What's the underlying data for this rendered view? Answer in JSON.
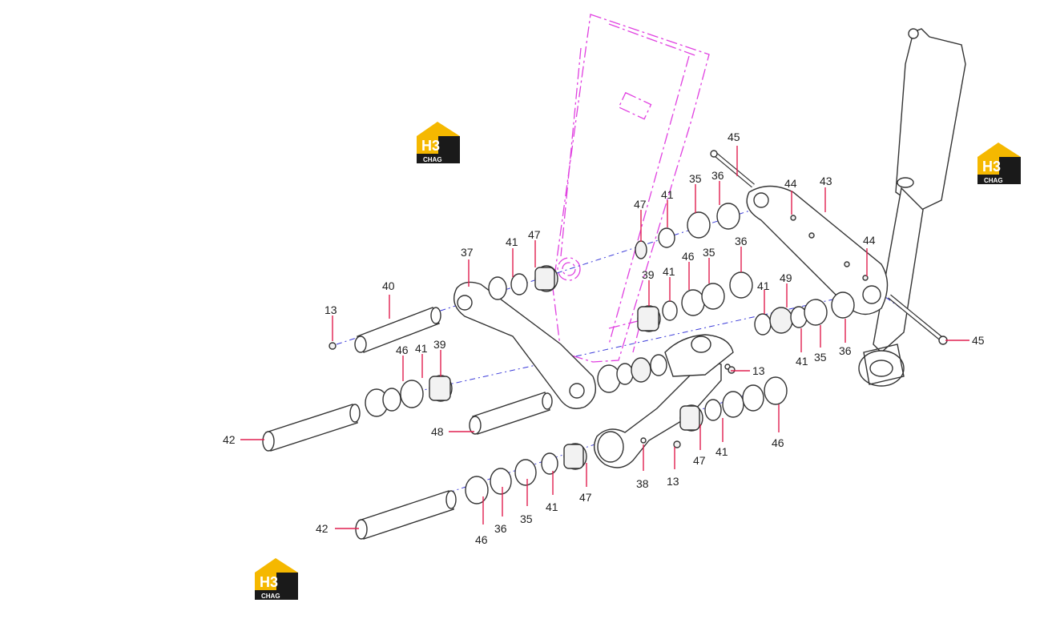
{
  "watermark": {
    "main": "H3",
    "sub": "CHAG",
    "accent": "#f5b800",
    "dark": "#1a1a1a"
  },
  "colors": {
    "frame": "#e040e0",
    "axis": "#3b3bd9",
    "leader": "#e02050"
  },
  "callouts": [
    {
      "id": "c45a",
      "text": "45"
    },
    {
      "id": "c45b",
      "text": "45"
    },
    {
      "id": "c44a",
      "text": "44"
    },
    {
      "id": "c44b",
      "text": "44"
    },
    {
      "id": "c43",
      "text": "43"
    },
    {
      "id": "c36a",
      "text": "36"
    },
    {
      "id": "c35a",
      "text": "35"
    },
    {
      "id": "c41a",
      "text": "41"
    },
    {
      "id": "c47a",
      "text": "47"
    },
    {
      "id": "c36b",
      "text": "36"
    },
    {
      "id": "c35b",
      "text": "35"
    },
    {
      "id": "c46a",
      "text": "46"
    },
    {
      "id": "c41b",
      "text": "41"
    },
    {
      "id": "c39a",
      "text": "39"
    },
    {
      "id": "c49",
      "text": "49"
    },
    {
      "id": "c41c",
      "text": "41"
    },
    {
      "id": "c41d",
      "text": "41"
    },
    {
      "id": "c35c",
      "text": "35"
    },
    {
      "id": "c36c",
      "text": "36"
    },
    {
      "id": "c41e",
      "text": "41"
    },
    {
      "id": "c47b",
      "text": "47"
    },
    {
      "id": "c37",
      "text": "37"
    },
    {
      "id": "c40",
      "text": "40"
    },
    {
      "id": "c13a",
      "text": "13"
    },
    {
      "id": "c46b",
      "text": "46"
    },
    {
      "id": "c41f",
      "text": "41"
    },
    {
      "id": "c39b",
      "text": "39"
    },
    {
      "id": "c13b",
      "text": "13"
    },
    {
      "id": "c42a",
      "text": "42"
    },
    {
      "id": "c48",
      "text": "48"
    },
    {
      "id": "c46c",
      "text": "46"
    },
    {
      "id": "c47c",
      "text": "47"
    },
    {
      "id": "c41g",
      "text": "41"
    },
    {
      "id": "c38",
      "text": "38"
    },
    {
      "id": "c13c",
      "text": "13"
    },
    {
      "id": "c47d",
      "text": "47"
    },
    {
      "id": "c41h",
      "text": "41"
    },
    {
      "id": "c35d",
      "text": "35"
    },
    {
      "id": "c36d",
      "text": "36"
    },
    {
      "id": "c46d",
      "text": "46"
    },
    {
      "id": "c42b",
      "text": "42"
    }
  ]
}
